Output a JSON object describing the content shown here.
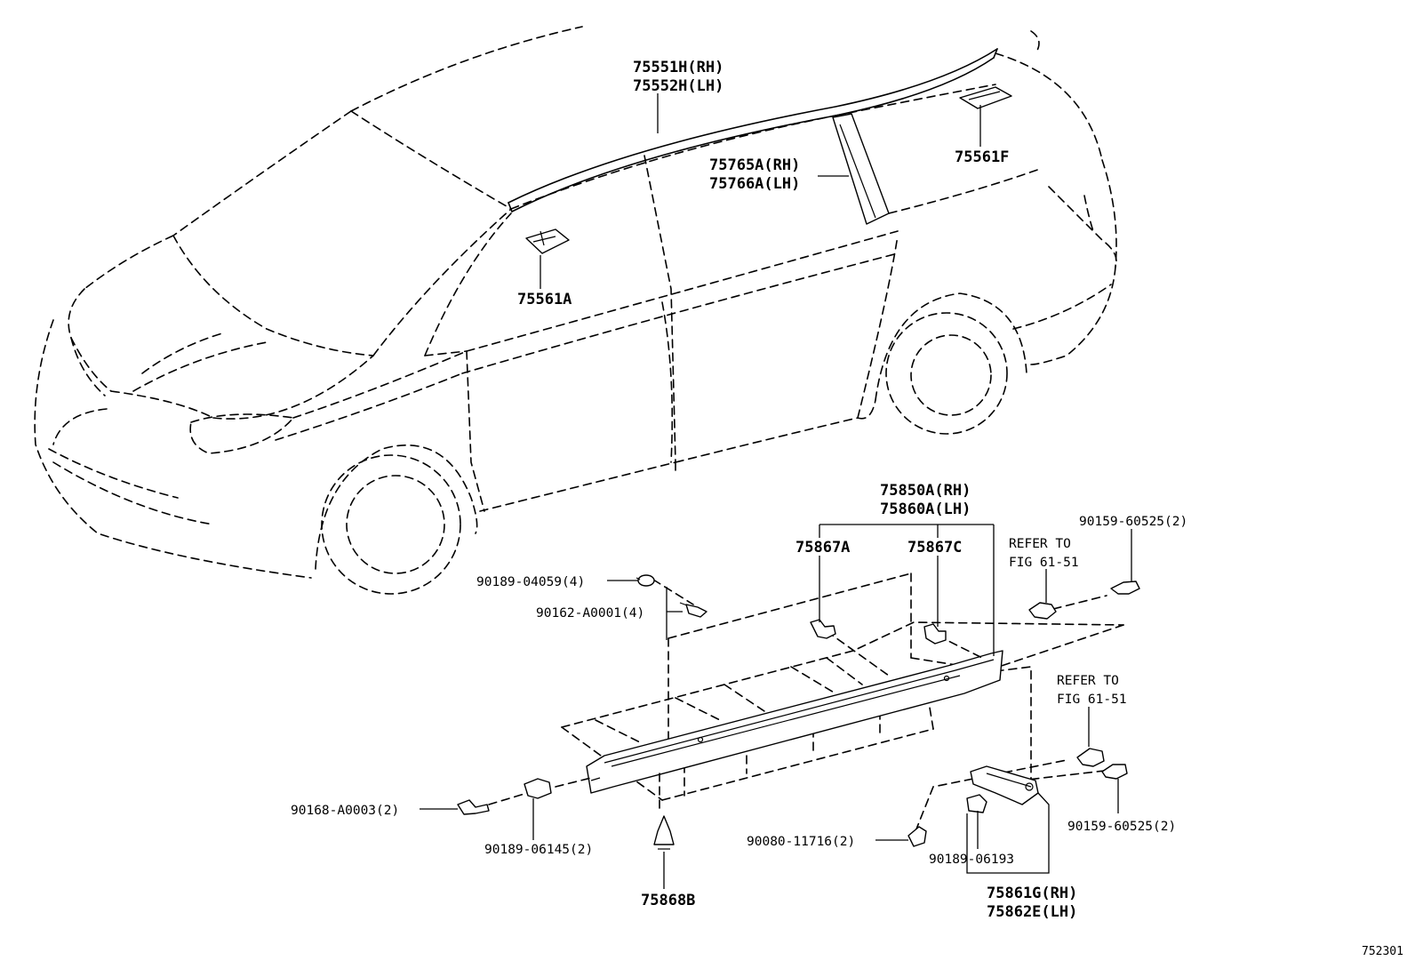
{
  "diagram": {
    "figure_ref": "752301",
    "labels": {
      "p75551H": "75551H(RH)",
      "p75552H": "75552H(LH)",
      "p75765A": "75765A(RH)",
      "p75766A": "75766A(LH)",
      "p75561F": "75561F",
      "p75561A": "75561A",
      "p75850A": "75850A(RH)",
      "p75860A": "75860A(LH)",
      "p75867A": "75867A",
      "p75867C": "75867C",
      "p90159_top": "90159-60525(2)",
      "refer_top_1": "REFER TO",
      "refer_top_2": "FIG 61-51",
      "p90189_04059": "90189-04059(4)",
      "p90162_A0001": "90162-A0001(4)",
      "refer_bot_1": "REFER TO",
      "refer_bot_2": "FIG 61-51",
      "p90168_A0003": "90168-A0003(2)",
      "p90189_06145": "90189-06145(2)",
      "p75868B": "75868B",
      "p90080_11716": "90080-11716(2)",
      "p90189_06193": "90189-06193",
      "p90159_bot": "90159-60525(2)",
      "p75861G": "75861G(RH)",
      "p75862E": "75862E(LH)"
    }
  }
}
